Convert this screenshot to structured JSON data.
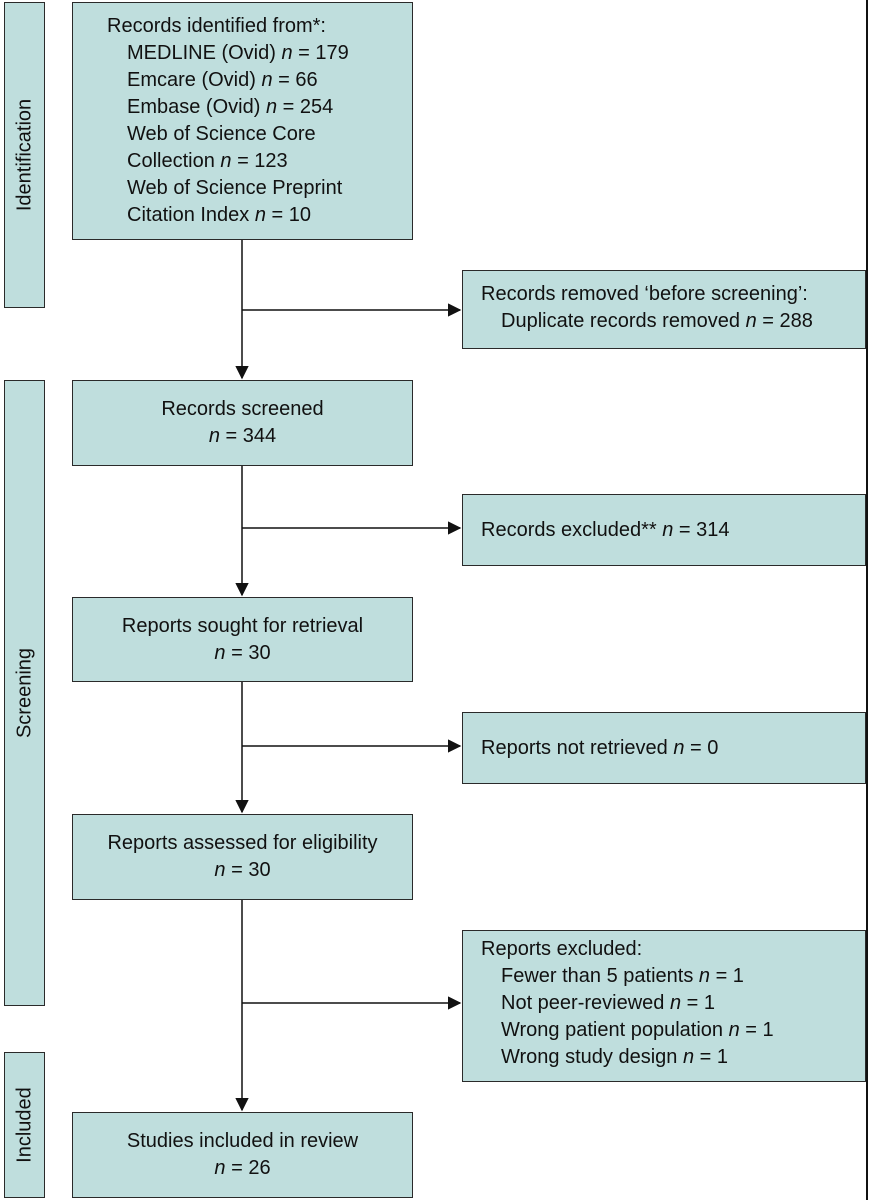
{
  "stages": {
    "identification": "Identification",
    "screening": "Screening",
    "included": "Included"
  },
  "identified": {
    "heading": "Records identified from*:",
    "sources": [
      {
        "pre": "MEDLINE (Ovid) ",
        "n": "n",
        "post": " = 179"
      },
      {
        "pre": "Emcare (Ovid) ",
        "n": "n",
        "post": " = 66"
      },
      {
        "pre": "Embase (Ovid) ",
        "n": "n",
        "post": " = 254"
      },
      {
        "pre": "Web of Science Core",
        "n": "",
        "post": ""
      },
      {
        "pre": "Collection ",
        "n": "n",
        "post": " = 123"
      },
      {
        "pre": "Web of Science Preprint",
        "n": "",
        "post": ""
      },
      {
        "pre": "Citation Index ",
        "n": "n",
        "post": " = 10"
      }
    ]
  },
  "removed": {
    "heading": "Records removed ‘before screening’:",
    "pre": "Duplicate records removed ",
    "n": "n",
    "post": " = 288"
  },
  "screened": {
    "title": "Records screened",
    "n": "n",
    "post": " = 344"
  },
  "excluded": {
    "pre": "Records excluded** ",
    "n": "n",
    "post": " = 314"
  },
  "sought": {
    "title": "Reports sought for retrieval",
    "n": "n",
    "post": " = 30"
  },
  "not_retrieved": {
    "pre": "Reports not retrieved ",
    "n": "n",
    "post": " = 0"
  },
  "assessed": {
    "title": "Reports assessed for eligibility",
    "n": "n",
    "post": " = 30"
  },
  "reports_excluded": {
    "heading": "Reports excluded:",
    "reasons": [
      {
        "pre": "Fewer than 5 patients ",
        "n": "n",
        "post": " = 1"
      },
      {
        "pre": "Not peer-reviewed ",
        "n": "n",
        "post": " = 1"
      },
      {
        "pre": "Wrong patient population ",
        "n": "n",
        "post": " = 1"
      },
      {
        "pre": "Wrong study design ",
        "n": "n",
        "post": " = 1"
      }
    ]
  },
  "included_box": {
    "title": "Studies included in review",
    "n": "n",
    "post": " = 26"
  },
  "colors": {
    "box_fill": "#bfdedd",
    "border": "#2a2a2a",
    "arrow": "#111111"
  }
}
